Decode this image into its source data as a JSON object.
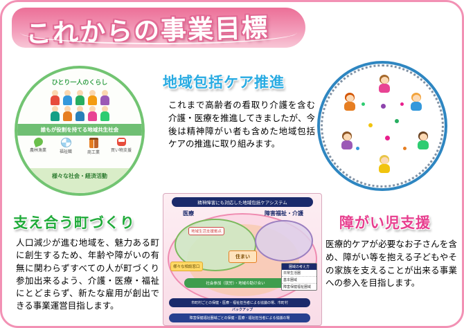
{
  "page": {
    "title": "これからの事業目標"
  },
  "left_circle": {
    "top_label": "ひとり一人のくらし",
    "middle_label": "誰もが役割を持てる地域共生社会",
    "bottom_label": "様々な社会・経済活動",
    "icon_labels": [
      "農林漁業",
      "福祉職",
      "商工業",
      "買い物支援"
    ]
  },
  "sections": {
    "care": {
      "heading": "地域包括ケア推進",
      "body": "これまで高齢者の看取り介護を含む介護・医療を推進してきましたが、今後は精神障がい者も含めた地域包括ケアの推進に取り組みます。"
    },
    "town": {
      "heading": "支え合う町づくり",
      "body": "人口減少が進む地域を、魅力ある町に創生するため、年齢や障がいの有無に関わらずすべての人が町づくり参加出来るよう、介護・医療・福祉にとどまらず、新たな雇用が創出できる事業運営目指します。"
    },
    "children": {
      "heading": "障がい児支援",
      "body": "医療的ケアが必要なお子さんを含め、障がい等を抱える子どもやその家族を支えることが出来る事業への参入を目指します。"
    }
  },
  "diagram": {
    "title": "精神障害にも対応した地域包括ケアシステム",
    "medical_label": "医療",
    "welfare_label": "障害福祉・介護",
    "support_base_label": "地域生活支援拠点",
    "consultation_label": "様々な相談窓口",
    "housing_label": "住まい",
    "participation_label": "社会参加（就労）・地域の助け合い",
    "area_box_title": "圏域の考え方",
    "area_rows": [
      "日常生活圏",
      "基本圏域",
      "障害保健福祉圏域"
    ],
    "council_bar": "市町村ごとの保健・医療・福祉担当者による協議の場、市町村",
    "backup_label": "バックアップ",
    "pref_bar": "障害保健福祉圏域ごとの保健・医療・福祉担当者による協議の場"
  },
  "colors": {
    "border_pink": "#f291b4",
    "banner_pink": "#ec6f97",
    "heading_blue": "#29abe2",
    "heading_green": "#1faa39",
    "heading_pink": "#e73e8e",
    "circle_green": "#72c472",
    "circle_blue": "#2e86c1",
    "navy": "#1b2a6b"
  }
}
